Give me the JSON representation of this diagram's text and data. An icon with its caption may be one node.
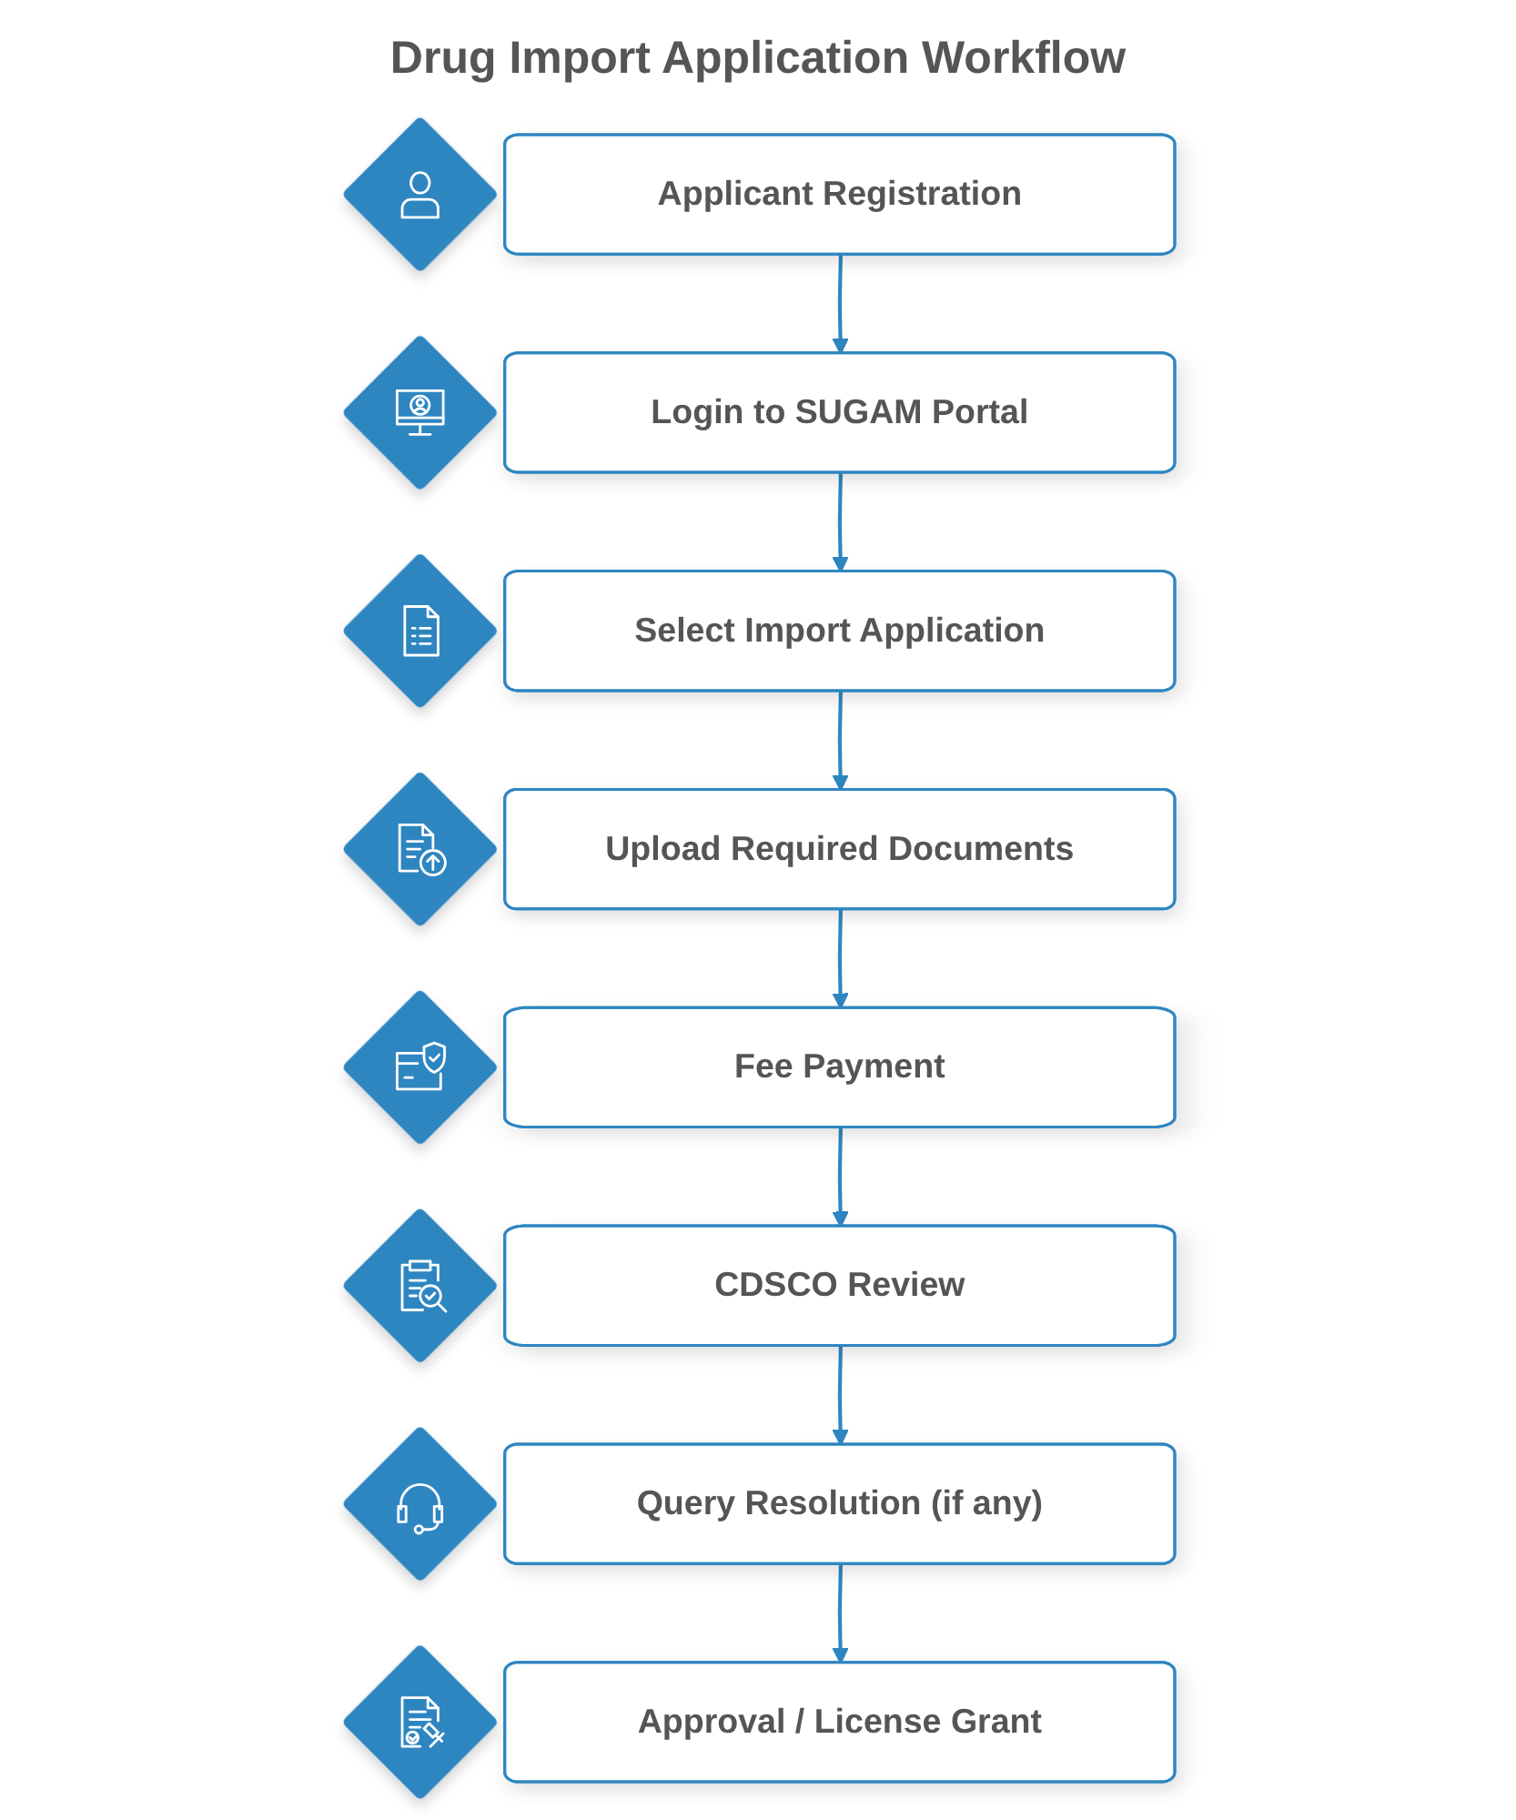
{
  "diagram": {
    "title": "Drug Import Application Workflow",
    "nodes": [
      {
        "text": [
          "Applicant Registration"
        ]
      },
      {
        "text": [
          "Login to SUGAM Portal"
        ]
      },
      {
        "text": [
          "Select Import Application"
        ]
      },
      {
        "text": [
          "Upload Required Documents"
        ]
      },
      {
        "text": [
          "Fee Payment"
        ]
      },
      {
        "text": [
          "CDSCO Review"
        ]
      },
      {
        "text": [
          "Query Resolution (if any)"
        ]
      },
      {
        "text": [
          "Approval / License Grant"
        ]
      }
    ],
    "edges": [
      {
        "from": 0,
        "to": 1,
        "arrow": "to"
      },
      {
        "from": 1,
        "to": 2,
        "arrow": "to"
      },
      {
        "from": 2,
        "to": 3,
        "arrow": "to"
      },
      {
        "from": 3,
        "to": 4,
        "arrow": "to"
      },
      {
        "from": 4,
        "to": 5,
        "arrow": "to"
      },
      {
        "from": 5,
        "to": 6,
        "arrow": "to"
      },
      {
        "from": 6,
        "to": 7,
        "arrow": "to"
      }
    ]
  }
}
